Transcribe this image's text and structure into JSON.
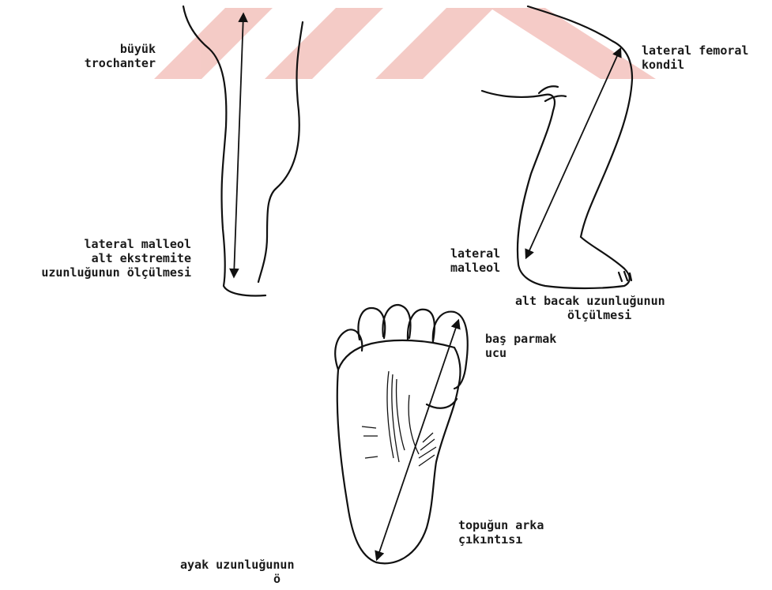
{
  "watermark_color": "#f3c2bd",
  "line_color": "#111111",
  "labels": {
    "buyuk_trochanter": {
      "line1": "büyük",
      "line2": "trochanter"
    },
    "lateral_malleol_left": {
      "line1": "lateral malleol",
      "line2": "alt ekstremite",
      "line3": "uzunluğunun ölçülmesi"
    },
    "lateral_femoral": {
      "line1": "lateral femoral",
      "line2": "kondil"
    },
    "lateral_malleol_right": {
      "line1": "lateral",
      "line2": "malleol"
    },
    "alt_bacak": {
      "line1": "alt bacak uzunluğunun",
      "line2": "ölçülmesi"
    },
    "bas_parmak": {
      "line1": "baş parmak",
      "line2": "ucu"
    },
    "topugun": {
      "line1": "topuğun arka",
      "line2": "çıkıntısı"
    },
    "ayak": {
      "line1": "ayak uzunluğunun",
      "line2": "ö"
    }
  }
}
